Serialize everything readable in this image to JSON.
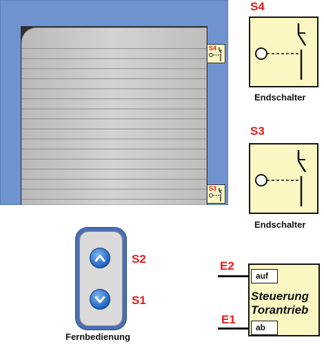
{
  "limit_switches": [
    {
      "id": "S4",
      "caption": "Endschalter"
    },
    {
      "id": "S3",
      "caption": "Endschalter"
    }
  ],
  "wall_switches": {
    "top_label": "S4",
    "bottom_label": "S3"
  },
  "remote": {
    "caption": "Fernbedienung",
    "up_label": "S2",
    "down_label": "S1"
  },
  "controller": {
    "line1": "Steuerung",
    "line2": "Torantrieb",
    "port_up": "auf",
    "port_down": "ab",
    "input_up": "E2",
    "input_down": "E1"
  },
  "colors": {
    "wall": "#6f93cf",
    "door": "#c9c9c9",
    "switch_box": "#fbf7c3",
    "label_red": "#e31b1b",
    "remote_blue": "#4a6fb3"
  }
}
